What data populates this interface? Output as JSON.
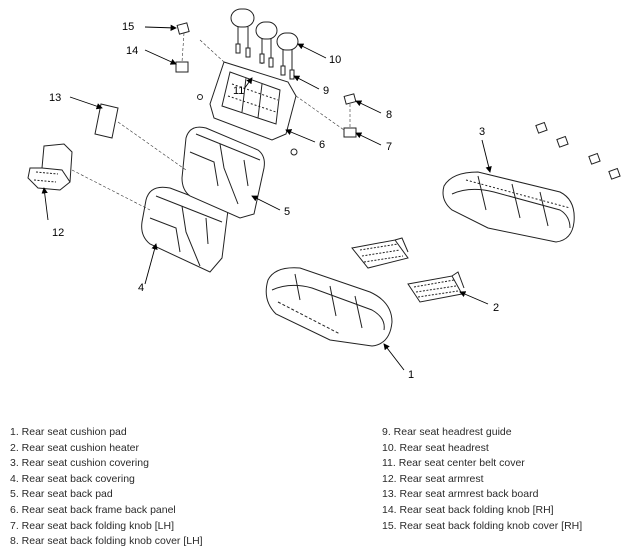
{
  "callouts": {
    "c1": "1",
    "c2": "2",
    "c3": "3",
    "c4": "4",
    "c5": "5",
    "c6": "6",
    "c7": "7",
    "c8": "8",
    "c9": "9",
    "c10": "10",
    "c11": "11",
    "c12": "12",
    "c13": "13",
    "c14": "14",
    "c15": "15"
  },
  "legend_left": [
    "1. Rear seat cushion pad",
    "2. Rear seat cushion heater",
    "3. Rear seat cushion covering",
    "4. Rear seat back covering",
    "5. Rear seat back pad",
    "6. Rear seat back frame back panel",
    "7. Rear seat back folding knob [LH]",
    "8. Rear seat back folding knob cover [LH]"
  ],
  "legend_right": [
    "9. Rear seat headrest guide",
    "10. Rear seat headrest",
    "11. Rear seat center belt cover",
    "12. Rear seat armrest",
    "13. Rear seat armrest back board",
    "14. Rear seat back folding knob [RH]",
    "15. Rear seat back folding knob cover [RH]"
  ]
}
